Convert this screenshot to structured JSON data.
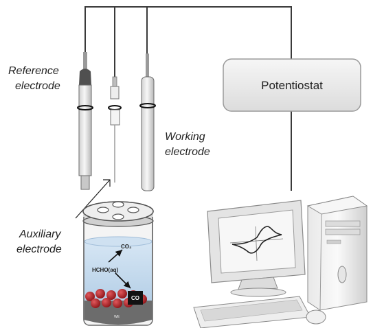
{
  "labels": {
    "reference_line1": "Reference",
    "reference_line2": "electrode",
    "working_line1": "Working",
    "working_line2": "electrode",
    "auxiliary_line1": "Auxiliary",
    "auxiliary_line2": "electrode",
    "potentiostat": "Potentiostat"
  },
  "cell": {
    "co2": "CO₂",
    "hcho": "HCHO(aq)",
    "co": "CO",
    "we": "WE"
  },
  "colors": {
    "wire": "#3a3a3a",
    "potentiostat_fill": "#e9e9e9",
    "solution": "#bcd6ec",
    "nanoparticle": "#b2232a",
    "electrode_base": "#707070",
    "monitor_screen": "#f4f4f4"
  },
  "icons": {
    "cell": "electrochemical-cell-icon",
    "computer": "desktop-computer-icon",
    "voltammogram": "cyclic-voltammogram-icon"
  }
}
